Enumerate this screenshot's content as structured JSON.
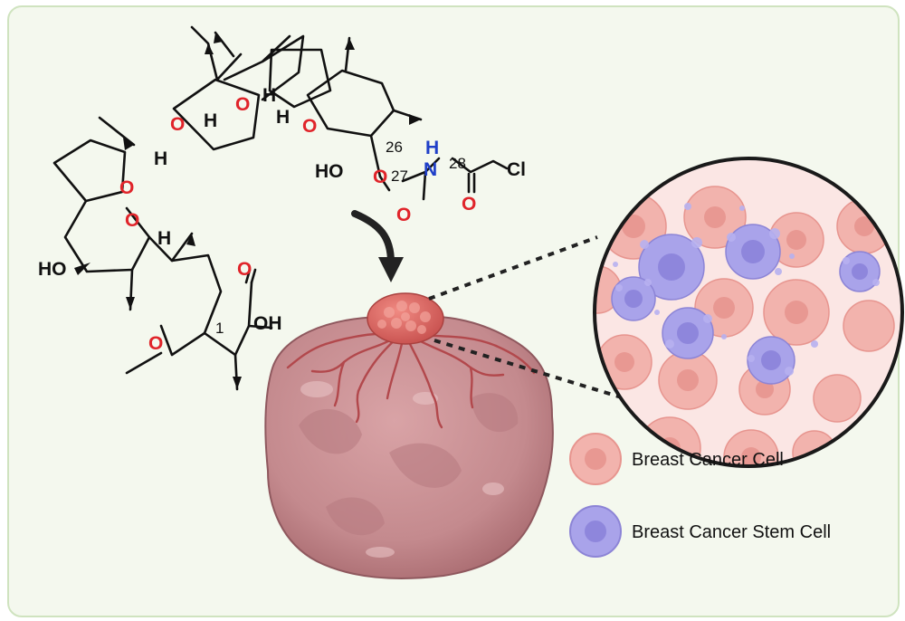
{
  "molecule": {
    "atoms": {
      "O": "O",
      "H": "H",
      "N": "N",
      "HO": "HO",
      "OH": "OH",
      "Cl": "Cl"
    },
    "numbers": {
      "n1": "1",
      "n26": "26",
      "n27": "27",
      "n28": "28"
    }
  },
  "legend": {
    "items": [
      {
        "label": "Breast Cancer Cell",
        "color": "#f2b3ad"
      },
      {
        "label": "Breast Cancer Stem Cell",
        "color": "#a9a3ea"
      }
    ]
  },
  "colors": {
    "oxygen": "#e0242a",
    "nitrogen": "#1f3fc8",
    "tumor": "#c98a8e",
    "frame": "#cfe3bf"
  }
}
